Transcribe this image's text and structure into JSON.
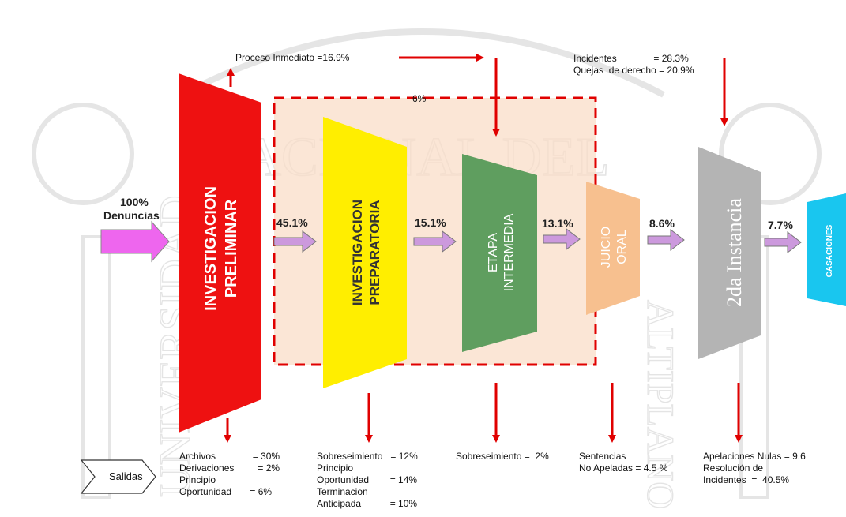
{
  "colors": {
    "arrow_red": "#e00000",
    "flow_arrow": "#cc99dd",
    "entry_arrow": "#ee66ee",
    "highlight_box": "#f9dcc6",
    "investigacion_preliminar": "#ee1111",
    "investigacion_preparatoria": "#ffee00",
    "etapa_intermedia": "#5f9e5f",
    "juicio_oral": "#f7c08f",
    "segunda_instancia": "#b4b4b4",
    "casaciones": "#19c6ef",
    "watermark": "#d0d0d0"
  },
  "watermark": {
    "main": "NACIONAL DEL",
    "left": "UNIVERSIDAD",
    "right": "ALTIPLANO"
  },
  "entry": {
    "percent": "100%",
    "label": "Denuncias"
  },
  "stages": [
    {
      "id": "investigacion-preliminar",
      "lines": [
        "INVESTIGACION",
        "PRELIMINAR"
      ]
    },
    {
      "id": "investigacion-preparatoria",
      "lines": [
        "INVESTIGACION",
        "PREPARATORIA"
      ]
    },
    {
      "id": "etapa-intermedia",
      "lines": [
        "ETAPA",
        "INTERMEDIA"
      ]
    },
    {
      "id": "juicio-oral",
      "lines": [
        "JUICIO",
        "ORAL"
      ]
    },
    {
      "id": "segunda-instancia",
      "lines": [
        "2da Instancia"
      ]
    },
    {
      "id": "casaciones",
      "lines": [
        "CASACIONES"
      ]
    }
  ],
  "flows": [
    "45.1%",
    "15.1%",
    "13.1%",
    "8.6%",
    "7.7%"
  ],
  "top_notes": {
    "proceso_inmediato": "Proceso Inmediato =16.9%",
    "dashed_box": "6%",
    "incidentes": "Incidentes              = 28.3%",
    "quejas": "Quejas  de derecho = 20.9%"
  },
  "salidas_label": "Salidas",
  "exits": [
    {
      "stage": "investigacion-preliminar",
      "lines": [
        "Archivos              = 30%",
        "Derivaciones         = 2%",
        "Principio",
        "Oportunidad       = 6%"
      ]
    },
    {
      "stage": "investigacion-preparatoria",
      "lines": [
        "Sobreseimiento   = 12%",
        "Principio",
        "Oportunidad        = 14%",
        "Terminacion",
        "Anticipada           = 10%"
      ]
    },
    {
      "stage": "etapa-intermedia",
      "lines": [
        "Sobreseimiento =  2%"
      ]
    },
    {
      "stage": "juicio-oral",
      "lines": [
        "Sentencias",
        "No Apeladas = 4.5 %"
      ]
    },
    {
      "stage": "segunda-instancia",
      "lines": [
        "Apelaciones Nulas = 9.6",
        "Resolución de",
        "Incidentes  =  40.5%"
      ]
    }
  ]
}
